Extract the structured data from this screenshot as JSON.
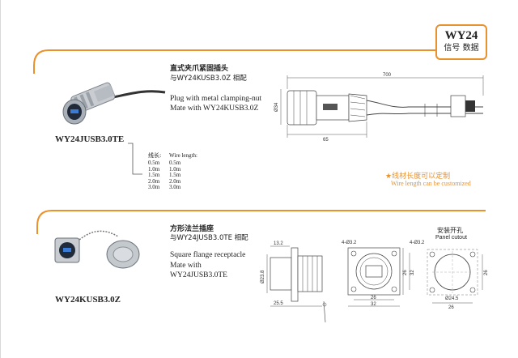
{
  "badge": {
    "code": "WY24",
    "subtitle": "信号 数据"
  },
  "product1": {
    "title_cn": "直式夹爪紧固插头",
    "mate_cn": "与WY24KUSB3.0Z 相配",
    "desc_en": [
      "Plug with metal clamping-nut",
      "Mate with WY24KUSB3.0Z"
    ],
    "model": "WY24JUSB3.0TE",
    "wire_label_cn": "线长:",
    "wire_label_en": "Wire length:",
    "wire_lengths": [
      [
        "0.5m",
        "0.5m"
      ],
      [
        "1.0m",
        "1.0m"
      ],
      [
        "1.5m",
        "1.5m"
      ],
      [
        "2.0m",
        "2.0m"
      ],
      [
        "3.0m",
        "3.0m"
      ]
    ],
    "dims": {
      "length": "700",
      "dia": "Ø34",
      "body": "65"
    },
    "note_cn": "★线材长度可以定制",
    "note_en": "Wire length can be customized"
  },
  "product2": {
    "title_cn": "方形法兰插座",
    "mate_cn": "与WY24JUSB3.0TE 相配",
    "desc_en": [
      "Square flange receptacle",
      "Mate with",
      "WY24JUSB3.0TE"
    ],
    "model": "WY24KUSB3.0Z",
    "dims": {
      "d1": "13.2",
      "d2": "Ø23.8",
      "d3": "25.5",
      "holes": "4-Ø3.2",
      "w": "26",
      "h32": "32",
      "s26": "26",
      "s32": "32",
      "panel_cn": "安装开孔",
      "panel_en": "Panel cutout",
      "p_holes": "4-Ø3.2",
      "p_dia": "Ø24.5",
      "p_w": "26",
      "p_h": "26"
    }
  },
  "colors": {
    "accent": "#e8912d"
  }
}
